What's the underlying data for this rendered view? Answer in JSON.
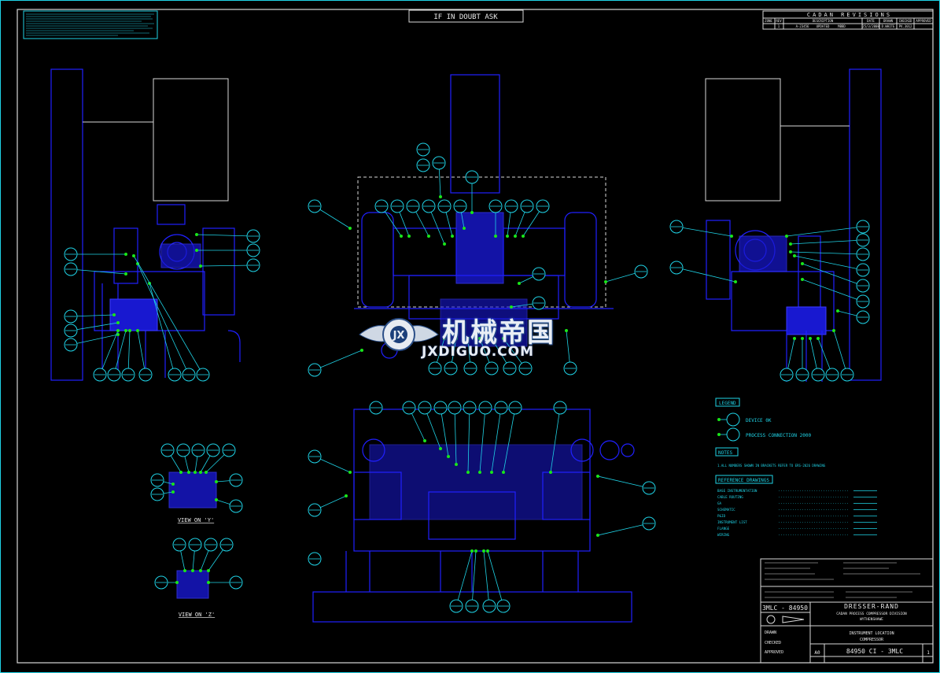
{
  "top_banner": "IF IN DOUBT ASK",
  "revisions": {
    "title": "CADAN REVISIONS",
    "headers": [
      "ZONE",
      "REV",
      "DESCRIPTION",
      "DATE",
      "DRAWN",
      "CHECKED",
      "APPROVED"
    ],
    "row": [
      "",
      "1",
      "A-23456",
      "UPDATED",
      "MBBD",
      "25/3/2008",
      "D.WHITE",
      "PV.3012"
    ]
  },
  "views": {
    "view_y": "VIEW ON 'Y'",
    "view_z": "VIEW ON 'Z'"
  },
  "legend": {
    "title": "LEGEND",
    "items": [
      "DEVICE  0K",
      "PROCESS CONNECTION  2000"
    ]
  },
  "notes": {
    "title": "NOTES",
    "line": "1.ALL NUMBERS SHOWN IN BRACKETS REFER TO ERS-2026 DRAWING"
  },
  "reference_drawings": {
    "title": "REFERENCE DRAWINGS",
    "items": [
      "BASE INSTRUMENTATION",
      "CABLE ROUTING",
      "GA",
      "SCHEMATIC",
      "P&ID",
      "INSTRUMENT LIST",
      "FLANGE",
      "WIRING"
    ]
  },
  "title_block": {
    "company": "DRESSER-RAND",
    "division": "CADAN PROCESS COMPRESSOR DIVISION",
    "location_line": "WYTHENSHAWE",
    "drawing_title": "INSTRUMENT LOCATION",
    "subject": "COMPRESSOR",
    "drawing_number": "84950 CI - 3MLC",
    "left_number": "3MLC - 84950",
    "size": "A0",
    "rev": "1",
    "drawn_label": "DRAWN",
    "checked_label": "CHECKED",
    "approved_label": "APPROVED"
  },
  "watermark": {
    "cn": "机械帝国",
    "en": "JXDIGUO.COM"
  }
}
